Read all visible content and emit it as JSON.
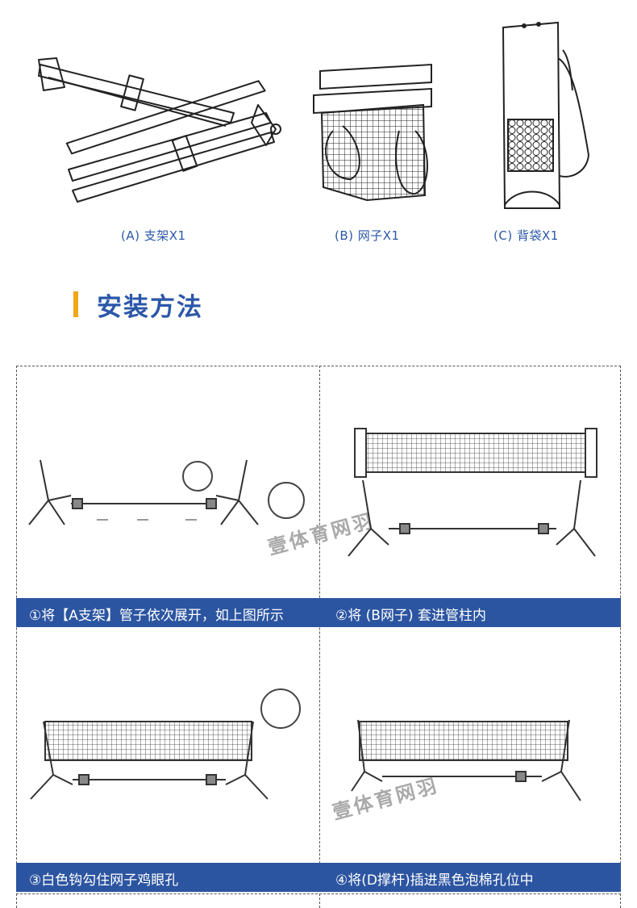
{
  "parts": [
    {
      "label": "(A) 支架X1"
    },
    {
      "label": "(B) 网子X1"
    },
    {
      "label": "(C) 背袋X1"
    }
  ],
  "section": {
    "title": "安装方法"
  },
  "steps": [
    {
      "caption": "①将【A支架】管子依次展开，如上图所示"
    },
    {
      "caption": "②将 (B网子) 套进管柱内"
    },
    {
      "caption": "③白色钩勾住网子鸡眼孔"
    },
    {
      "caption": "④将(D撑杆)插进黑色泡棉孔位中"
    }
  ],
  "watermark": "壹体育网羽",
  "colors": {
    "accent_blue": "#2c55a1",
    "title_blue": "#2b57a8",
    "accent_orange": "#f2a619"
  }
}
